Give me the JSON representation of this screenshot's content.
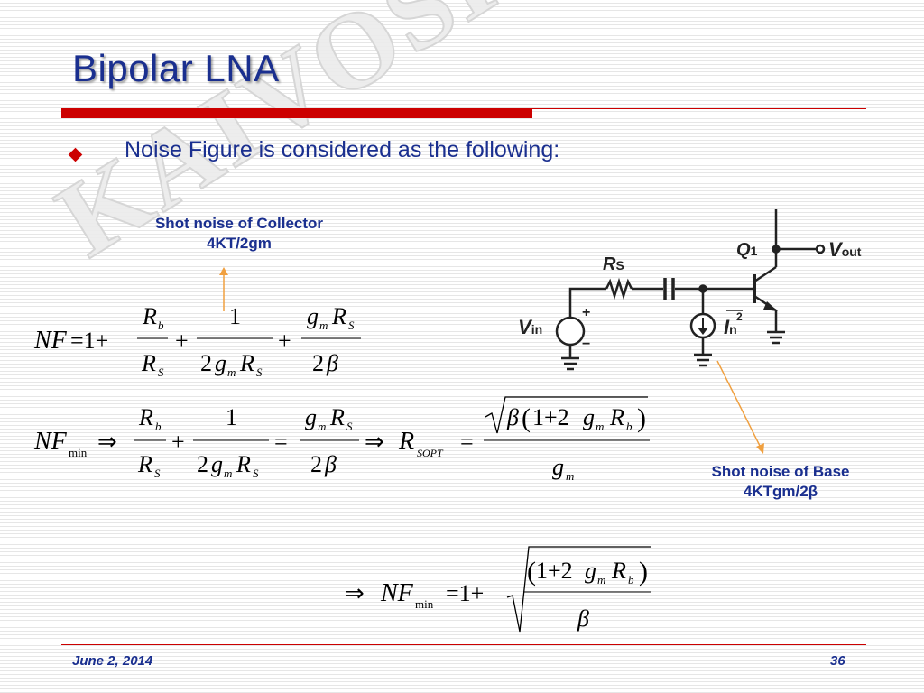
{
  "slide": {
    "title": "Bipolar LNA",
    "bullet": "Noise Figure is considered as the following:",
    "watermark": "KAIVOSH.COM",
    "footer": {
      "date": "June 2, 2014",
      "page": "36"
    }
  },
  "annotations": {
    "collector_line1": "Shot noise of Collector",
    "collector_line2": "4KT/2gm",
    "base_line1": "Shot noise of Base",
    "base_line2": "4KTgm/2β"
  },
  "circuit": {
    "rs_label": "R",
    "rs_sub": "S",
    "q1_label": "Q",
    "q1_sub": "1",
    "vout_label": "V",
    "vout_sub": "out",
    "vin_label": "V",
    "vin_sub": "in",
    "in_label": "I",
    "in_sub": "n",
    "in_sup": "2",
    "plus": "+",
    "minus": "−"
  },
  "colors": {
    "title": "#1a2f8f",
    "accent": "#cc0000",
    "arrow": "#f0a040"
  }
}
